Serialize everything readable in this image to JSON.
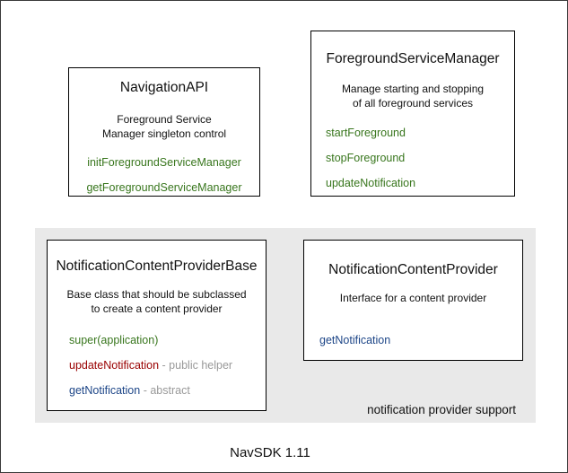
{
  "diagram": {
    "footer": "NavSDK 1.11",
    "group_label": "notification provider support"
  },
  "colors": {
    "green_method": "#38761d",
    "red_method": "#990000",
    "blue_method": "#1c4587",
    "gray_annotation": "#999999",
    "group_background": "#e9e9e9",
    "box_border": "#000000"
  },
  "boxes": {
    "navigation_api": {
      "title": "NavigationAPI",
      "description_lines": [
        "Foreground Service",
        "Manager singleton control"
      ],
      "methods": [
        {
          "name": "initForegroundServiceManager",
          "color": "green",
          "suffix": ""
        },
        {
          "name": "getForegroundServiceManager",
          "color": "green",
          "suffix": ""
        }
      ]
    },
    "foreground_service_manager": {
      "title": "ForegroundServiceManager",
      "description_lines": [
        "Manage starting and stopping",
        "of all foreground services"
      ],
      "methods": [
        {
          "name": "startForeground",
          "color": "green",
          "suffix": ""
        },
        {
          "name": "stopForeground",
          "color": "green",
          "suffix": ""
        },
        {
          "name": "updateNotification",
          "color": "green",
          "suffix": ""
        }
      ]
    },
    "notification_content_provider_base": {
      "title": "NotificationContentProviderBase",
      "description_lines": [
        "Base class that should be subclassed",
        "to create a content provider"
      ],
      "methods": [
        {
          "name": "super(application)",
          "color": "green",
          "suffix": ""
        },
        {
          "name": "updateNotification",
          "color": "red",
          "suffix": " - public helper"
        },
        {
          "name": "getNotification",
          "color": "blue",
          "suffix": " - abstract"
        }
      ]
    },
    "notification_content_provider": {
      "title": "NotificationContentProvider",
      "description_lines": [
        "Interface for a content provider"
      ],
      "methods": [
        {
          "name": "getNotification",
          "color": "blue",
          "suffix": ""
        }
      ]
    }
  }
}
